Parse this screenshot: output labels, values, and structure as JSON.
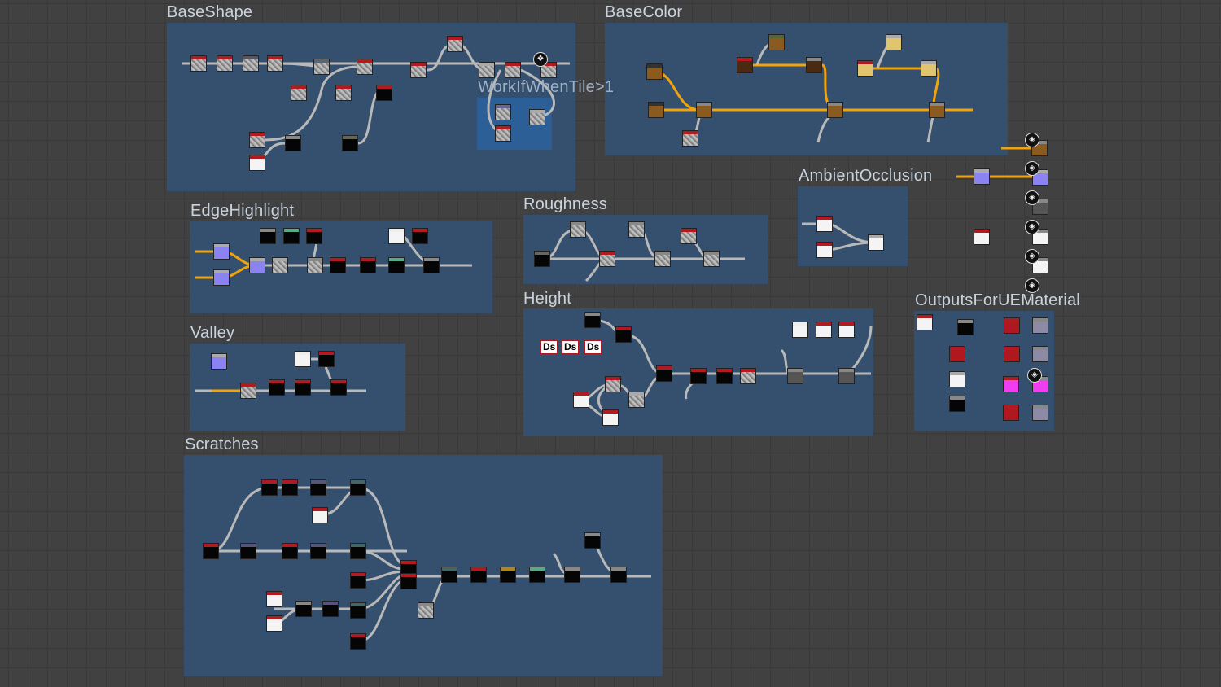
{
  "frames": {
    "base_shape": "BaseShape",
    "work_if": "WorkIfWhenTile>1",
    "base_color": "BaseColor",
    "ambient_occlusion": "AmbientOcclusion",
    "edge_highlight": "EdgeHighlight",
    "roughness": "Roughness",
    "height": "Height",
    "outputs": "OutputsForUEMaterial",
    "valley": "Valley",
    "scratches": "Scratches"
  },
  "height_nodes": {
    "ds1": "Ds",
    "ds2": "Ds",
    "ds3": "Ds"
  },
  "colors": {
    "wire": "#b9b9b9",
    "wire_orange": "#f0a30a",
    "frame": "#34506e"
  }
}
